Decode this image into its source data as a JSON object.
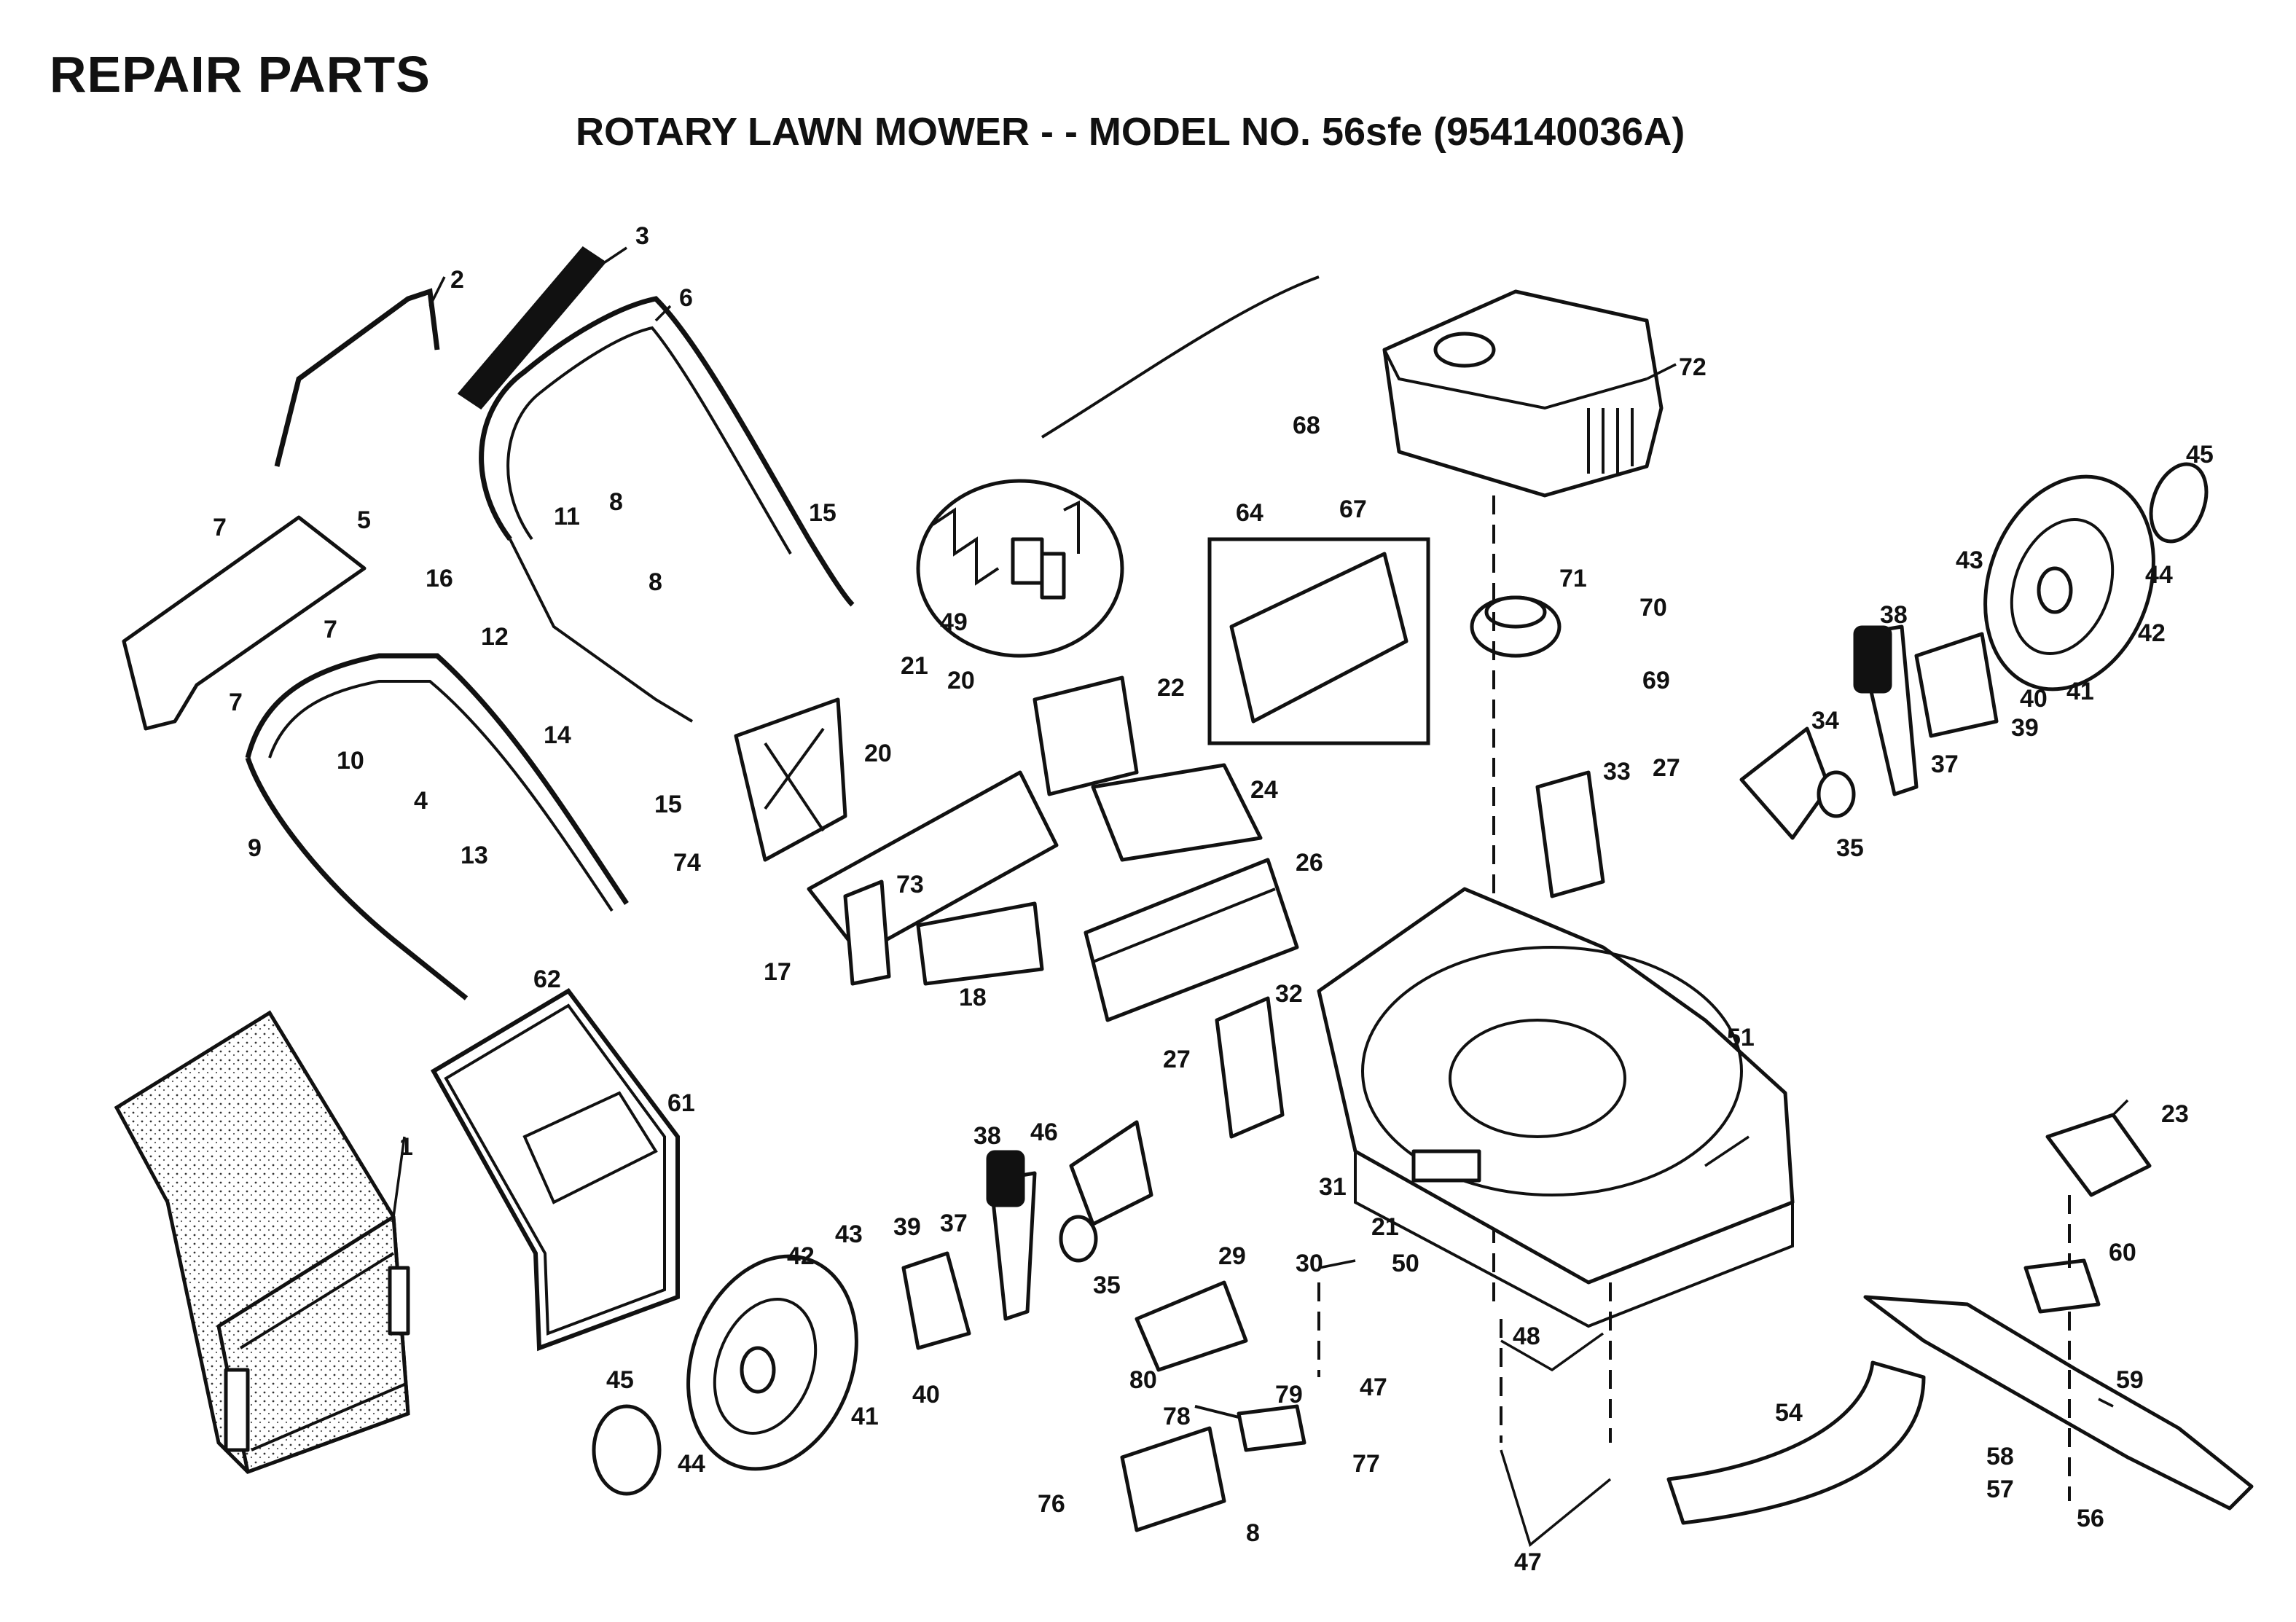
{
  "header": {
    "title": "REPAIR PARTS",
    "subtitle": "ROTARY LAWN MOWER - - MODEL NO. 56sfe (954140036A)"
  },
  "callouts": [
    "1",
    "2",
    "3",
    "4",
    "5",
    "6",
    "7",
    "7",
    "7",
    "8",
    "8",
    "8",
    "9",
    "10",
    "11",
    "12",
    "13",
    "14",
    "15",
    "15",
    "16",
    "17",
    "18",
    "20",
    "20",
    "21",
    "21",
    "22",
    "23",
    "24",
    "26",
    "27",
    "27",
    "29",
    "30",
    "31",
    "32",
    "33",
    "34",
    "35",
    "35",
    "37",
    "37",
    "38",
    "38",
    "39",
    "39",
    "40",
    "40",
    "41",
    "41",
    "42",
    "42",
    "43",
    "43",
    "44",
    "44",
    "45",
    "45",
    "46",
    "47",
    "47",
    "48",
    "49",
    "50",
    "51",
    "54",
    "56",
    "57",
    "58",
    "59",
    "60",
    "61",
    "62",
    "64",
    "67",
    "68",
    "69",
    "70",
    "71",
    "72",
    "73",
    "74",
    "76",
    "77",
    "78",
    "79",
    "80"
  ]
}
